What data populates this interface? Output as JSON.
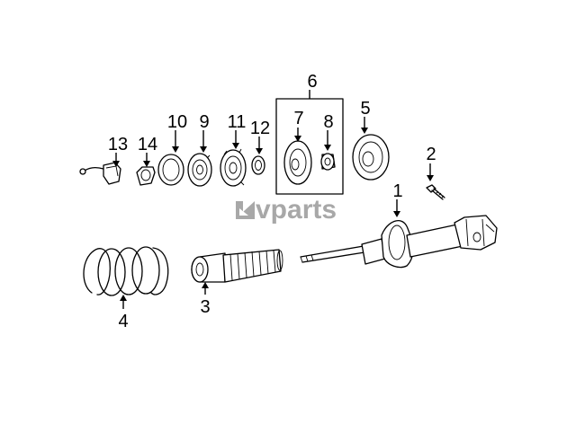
{
  "callouts": {
    "c1": "1",
    "c2": "2",
    "c3": "3",
    "c4": "4",
    "c5": "5",
    "c6": "6",
    "c7": "7",
    "c8": "8",
    "c9": "9",
    "c10": "10",
    "c11": "11",
    "c12": "12",
    "c13": "13",
    "c14": "14"
  },
  "watermark": {
    "text": "vparts"
  },
  "colors": {
    "line": "#000000",
    "watermark": "#9a9a9a",
    "background": "#ffffff"
  }
}
